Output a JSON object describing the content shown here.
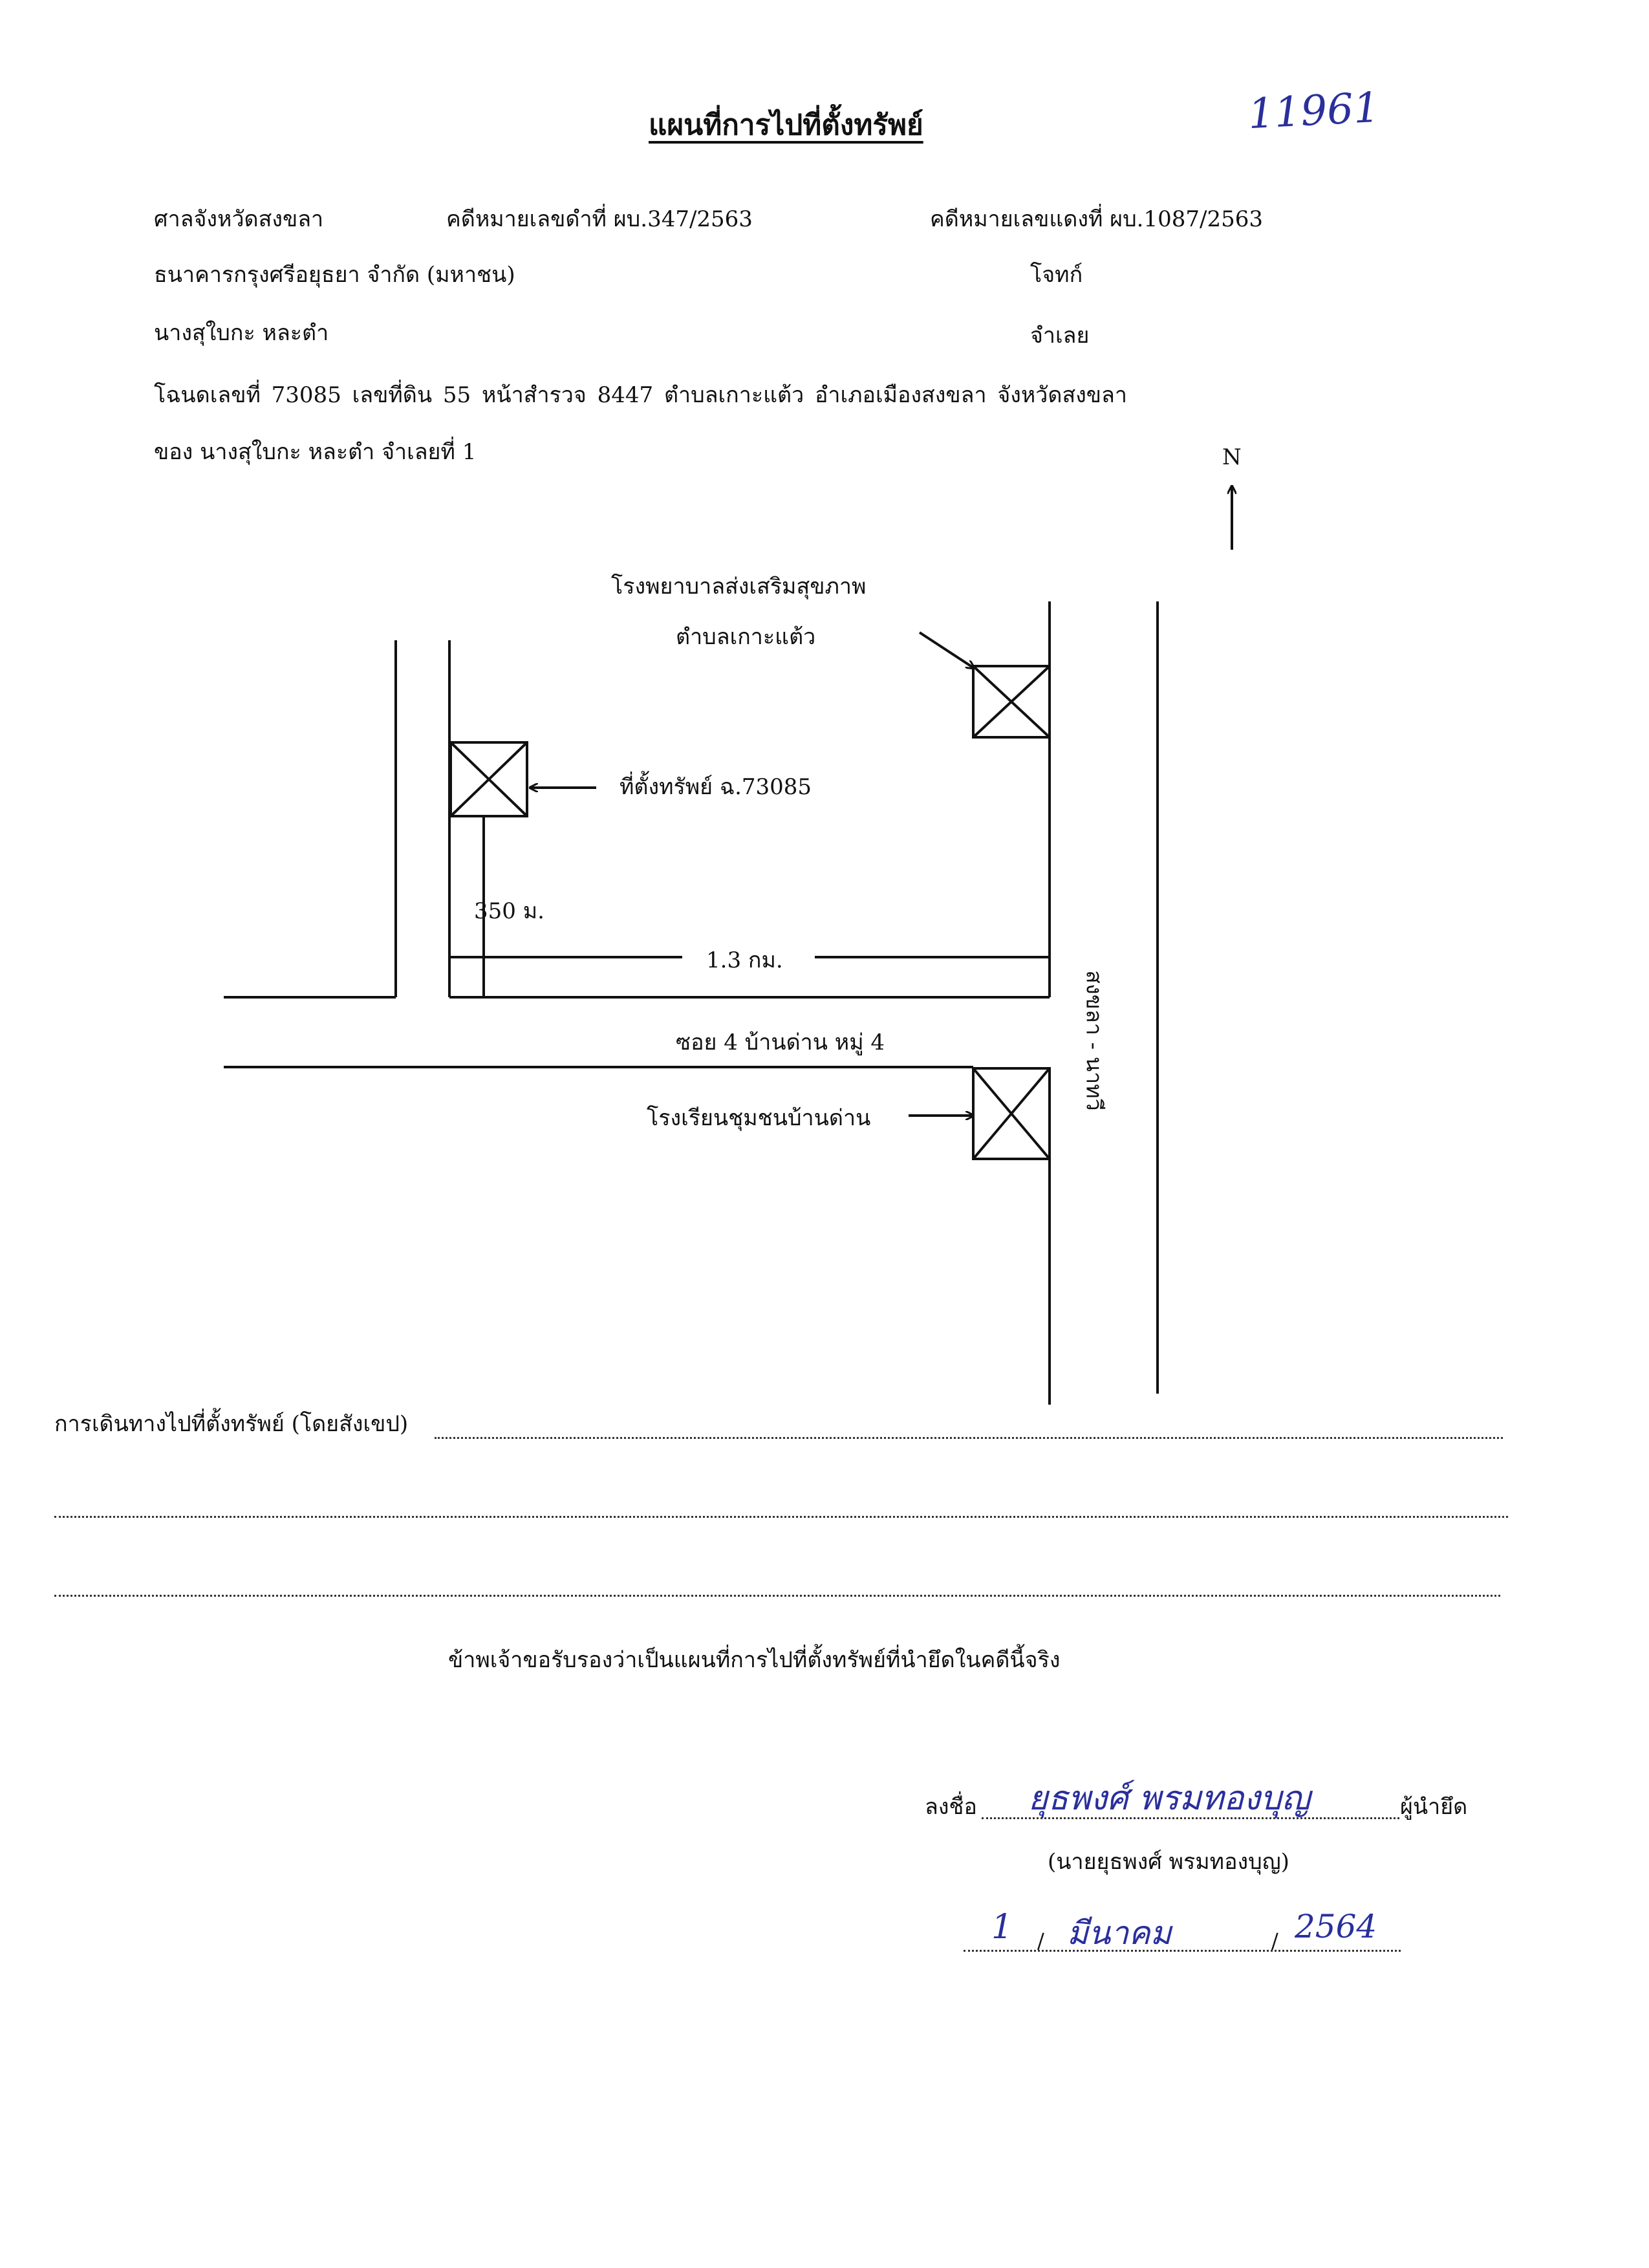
{
  "title": "แผนที่การไปที่ตั้งทรัพย์",
  "handwritten_number": "11961",
  "header": {
    "court": "ศาลจังหวัดสงขลา",
    "black_case": "คดีหมายเลขดำที่ ผบ.347/2563",
    "red_case": "คดีหมายเลขแดงที่ ผบ.1087/2563",
    "plaintiff": "ธนาคารกรุงศรีอยุธยา จำกัด (มหาชน)",
    "plaintiff_role": "โจทก์",
    "defendant": "นางสุใบกะ หละตำ",
    "defendant_role": "จำเลย",
    "deed_line": "โฉนดเลขที่ 73085 เลขที่ดิน 55 หน้าสำรวจ 8447 ตำบลเกาะแต้ว อำเภอเมืองสงขลา จังหวัดสงขลา",
    "owner_line": "ของ นางสุใบกะ หละตำ จำเลยที่ 1"
  },
  "map": {
    "north": "N",
    "hospital_line1": "โรงพยาบาลส่งเสริมสุขภาพ",
    "hospital_line2": "ตำบลเกาะแต้ว",
    "property_label": "ที่ตั้งทรัพย์ ฉ.73085",
    "dist_350": "350 ม.",
    "dist_13": "1.3 กม.",
    "soi_label": "ซอย 4 บ้านด่าน หมู่ 4",
    "school_label": "โรงเรียนชุมชนบ้านด่าน",
    "road_label": "สงขลา - นาทวี"
  },
  "directions": {
    "label": "การเดินทางไปที่ตั้งทรัพย์ (โดยสังเขป)"
  },
  "certification": "ข้าพเจ้าขอรับรองว่าเป็นแผนที่การไปที่ตั้งทรัพย์ที่นำยึดในคดีนี้จริง",
  "signature": {
    "sign_label": "ลงชื่อ",
    "signature_text": "ยุธพงศ์ พรมทองบุญ",
    "role": "ผู้นำยึด",
    "name_printed": "(นายยุธพงศ์ พรมทองบุญ)",
    "date_day": "1",
    "date_month": "มีนาคม",
    "date_year": "2564"
  },
  "colors": {
    "ink": "#111111",
    "pen": "#2a2f9c"
  }
}
